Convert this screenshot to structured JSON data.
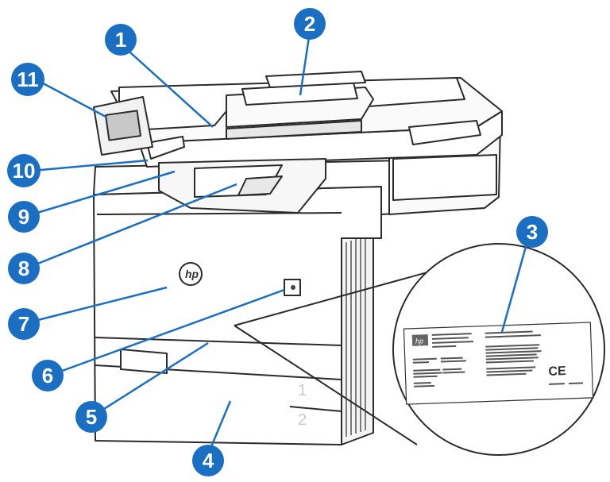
{
  "callouts": [
    {
      "number": "1"
    },
    {
      "number": "2"
    },
    {
      "number": "3"
    },
    {
      "number": "4"
    },
    {
      "number": "5"
    },
    {
      "number": "6"
    },
    {
      "number": "7"
    },
    {
      "number": "8"
    },
    {
      "number": "9"
    },
    {
      "number": "10"
    },
    {
      "number": "11"
    }
  ],
  "colors": {
    "callout_fill": "#1a6fc2",
    "outline": "#2b2b2b",
    "body_fill": "#ffffff",
    "shade": "#d9d9d9"
  },
  "printer": {
    "logo_text": "hp",
    "tray_labels": [
      "1",
      "2"
    ]
  },
  "label_detail": {
    "logo_text": "hp",
    "ce_mark": "CE"
  }
}
